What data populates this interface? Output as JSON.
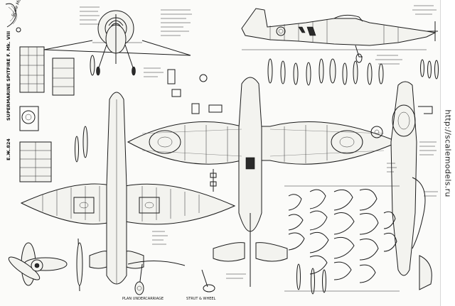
{
  "drawing": {
    "title": "SUPERMARINE SPITFIRE F. Mk. VIII",
    "subtitle": "E.Ж.824",
    "brand": "Scale Models",
    "bottom_label_1": "PLAN UNDERCARRIAGE",
    "bottom_label_2": "STRUT & WHEEL"
  },
  "watermark": {
    "url": "http://scalemodels.ru"
  }
}
